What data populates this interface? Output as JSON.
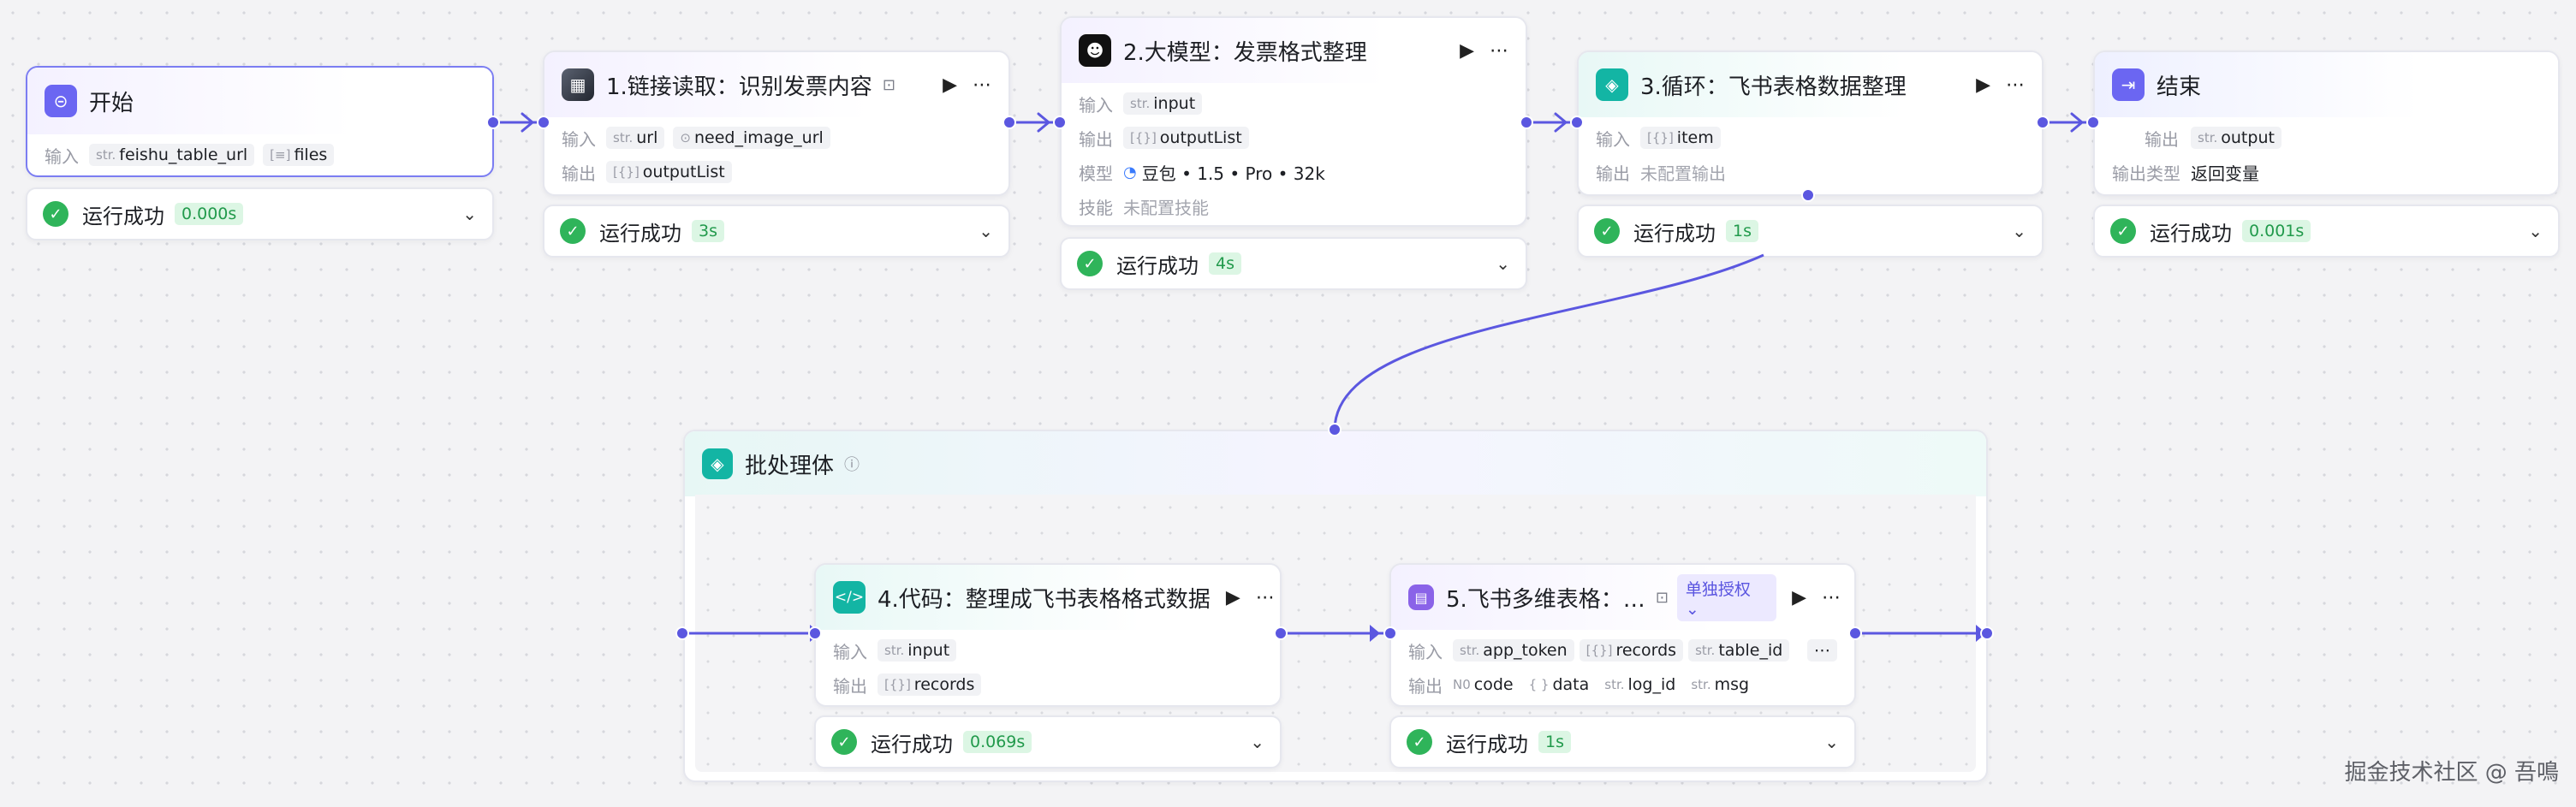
{
  "start": {
    "title": "开始",
    "input_label": "输入",
    "inputs": [
      {
        "type": "str.",
        "name": "feishu_table_url"
      },
      {
        "type": "[≡]",
        "name": "files"
      }
    ],
    "status": "运行成功",
    "time": "0.000s"
  },
  "node1": {
    "title": "1.链接读取：识别发票内容",
    "input_label": "输入",
    "output_label": "输出",
    "inputs": [
      {
        "type": "str.",
        "name": "url"
      },
      {
        "type": "⊙",
        "name": "need_image_url"
      }
    ],
    "outputs": [
      {
        "type": "[{}]",
        "name": "outputList"
      }
    ],
    "status": "运行成功",
    "time": "3s"
  },
  "node2": {
    "title": "2.大模型：发票格式整理",
    "input_label": "输入",
    "output_label": "输出",
    "model_label": "模型",
    "skill_label": "技能",
    "inputs": [
      {
        "type": "str.",
        "name": "input"
      }
    ],
    "outputs": [
      {
        "type": "[{}]",
        "name": "outputList"
      }
    ],
    "model": "豆包 • 1.5 • Pro • 32k",
    "skill": "未配置技能",
    "status": "运行成功",
    "time": "4s"
  },
  "node3": {
    "title": "3.循环：飞书表格数据整理",
    "input_label": "输入",
    "output_label": "输出",
    "inputs": [
      {
        "type": "[{}]",
        "name": "item"
      }
    ],
    "output_empty": "未配置输出",
    "status": "运行成功",
    "time": "1s"
  },
  "end": {
    "title": "结束",
    "output_label": "输出",
    "output_type_label": "输出类型",
    "outputs": [
      {
        "type": "str.",
        "name": "output"
      }
    ],
    "output_type": "返回变量",
    "status": "运行成功",
    "time": "0.001s"
  },
  "batch": {
    "title": "批处理体"
  },
  "node4": {
    "title": "4.代码：整理成飞书表格格式数据",
    "input_label": "输入",
    "output_label": "输出",
    "inputs": [
      {
        "type": "str.",
        "name": "input"
      }
    ],
    "outputs": [
      {
        "type": "[{}]",
        "name": "records"
      }
    ],
    "status": "运行成功",
    "time": "0.069s"
  },
  "node5": {
    "title": "5.飞书多维表格：…",
    "auth_badge": "单独授权 ⌄",
    "input_label": "输入",
    "output_label": "输出",
    "inputs": [
      {
        "type": "str.",
        "name": "app_token"
      },
      {
        "type": "[{}]",
        "name": "records"
      },
      {
        "type": "str.",
        "name": "table_id"
      }
    ],
    "more": "⋯",
    "outputs": [
      {
        "type": "N0",
        "name": "code"
      },
      {
        "type": "{ }",
        "name": "data"
      },
      {
        "type": "str.",
        "name": "log_id"
      },
      {
        "type": "str.",
        "name": "msg"
      }
    ],
    "status": "运行成功",
    "time": "1s"
  },
  "watermark": "掘金技术社区 @ 吾鳴",
  "colors": {
    "edge": "#5b57e0",
    "success": "#2fb45a",
    "accent": "#6b66f2"
  }
}
